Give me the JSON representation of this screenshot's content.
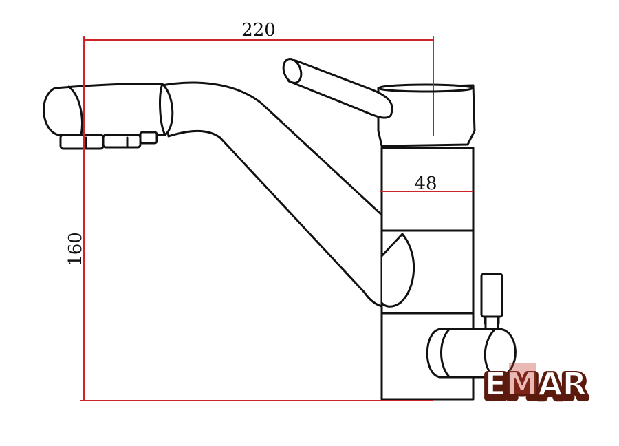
{
  "dimensions": {
    "width_label": "220",
    "height_label": "160",
    "body_label": "48"
  },
  "logo": {
    "text": "EMAR"
  },
  "colors": {
    "outline": "#111111",
    "dimension_line": "#d2232a",
    "logo_fill": "#ffffff",
    "logo_accent": "#c0392b",
    "logo_outline": "#5a1a0e"
  }
}
